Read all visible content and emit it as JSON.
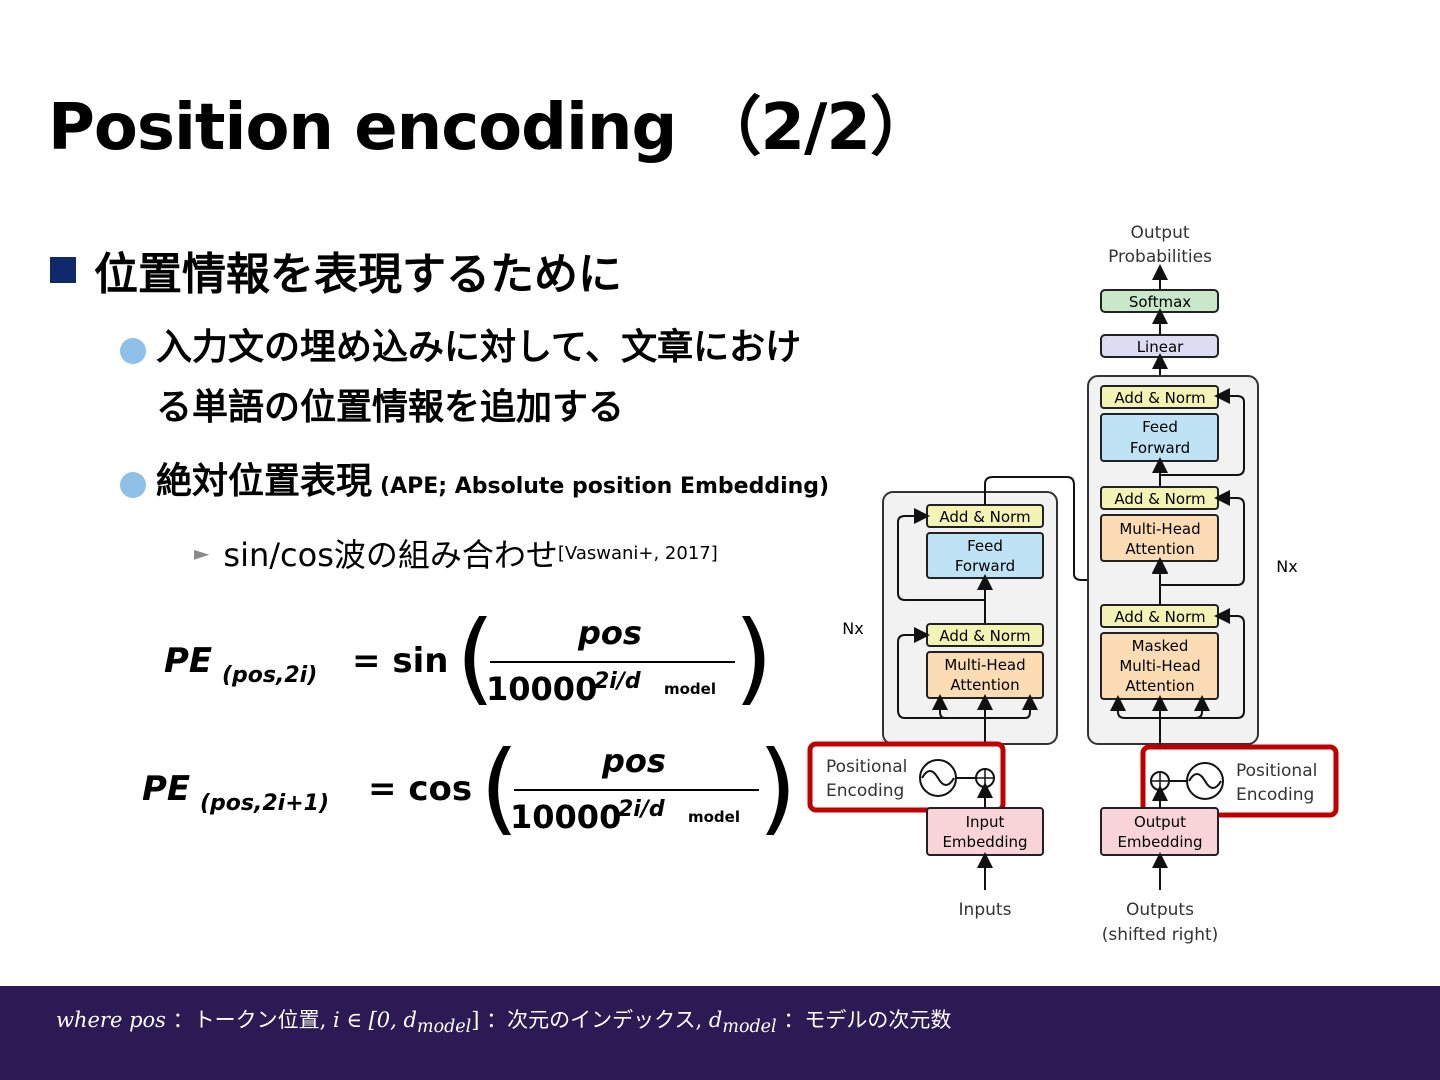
{
  "slide": {
    "title": "Position encoding （2/2）",
    "bullet1": "位置情報を表現するために",
    "bullet2_line1": "入力文の埋め込みに対して、文章におけ",
    "bullet2_line2": "る単語の位置情報を追加する",
    "bullet3_main": "絶対位置表現",
    "bullet3_small": "(APE; Absolute position Embedding)",
    "sub_bullet": "sin/cos波の組み合わせ",
    "sub_bullet_cite": "[Vaswani+, 2017]"
  },
  "equations": {
    "eq1_lhs": "PE",
    "eq1_sub": "(pos,2i)",
    "eq1_func": "= sin",
    "eq2_sub": "(pos,2i+1)",
    "eq2_func": "= cos",
    "numerator": "pos",
    "denominator_base": "10000",
    "denominator_exp": "2i/d",
    "denominator_exp_sub": "model"
  },
  "diagram": {
    "output_probs_1": "Output",
    "output_probs_2": "Probabilities",
    "softmax": "Softmax",
    "linear": "Linear",
    "add_norm": "Add & Norm",
    "feed_forward_1": "Feed",
    "feed_forward_2": "Forward",
    "multi_head_1": "Multi-Head",
    "multi_head_2": "Attention",
    "masked": "Masked",
    "nx": "Nx",
    "positional_1": "Positional",
    "positional_2": "Encoding",
    "input_emb_1": "Input",
    "input_emb_2": "Embedding",
    "output_emb_1": "Output",
    "output_emb_2": "Embedding",
    "inputs": "Inputs",
    "outputs_1": "Outputs",
    "outputs_2": "(shifted right)"
  },
  "footer": {
    "where_pos": "where  pos",
    "text1": "：トークン位置,",
    "i_range": "i ∈ [0, d",
    "i_range_sub": "model",
    "i_range_close": "]",
    "text2": "：次元のインデックス,",
    "dmodel": "d",
    "dmodel_sub": "model",
    "text3": "：モデルの次元数"
  },
  "colors": {
    "footer_bg": "#2c1a55",
    "bullet_square": "#0e2a6b",
    "bullet_dot": "#8fc0e8",
    "highlight_box": "#c00000"
  }
}
